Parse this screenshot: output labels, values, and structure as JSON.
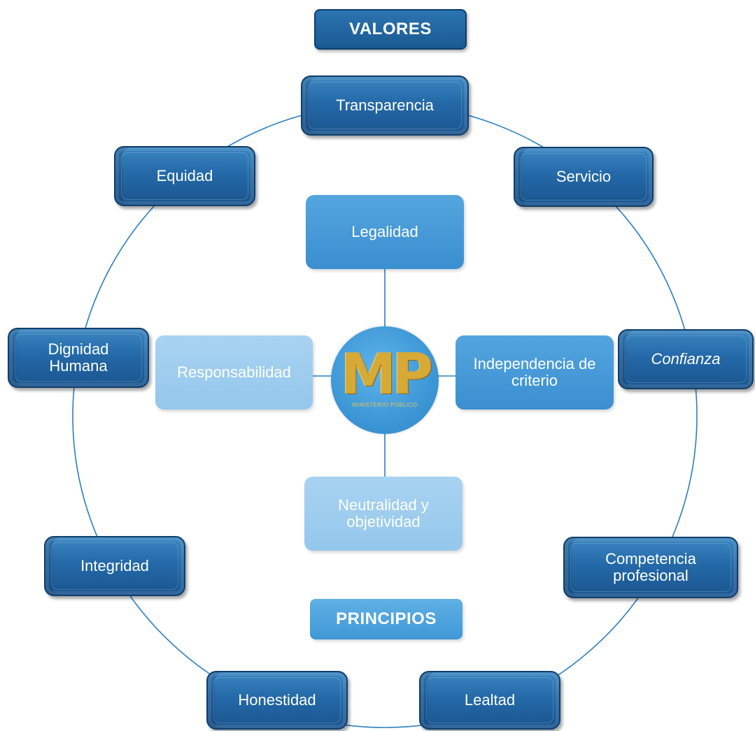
{
  "headings": {
    "valores": "VALORES",
    "principios": "PRINCIPIOS"
  },
  "logo": {
    "letters": "MP",
    "subtitle": "MINISTERIO PÚBLICO"
  },
  "valores": [
    {
      "label": "Transparencia"
    },
    {
      "label": "Servicio"
    },
    {
      "label": "Equidad"
    },
    {
      "label": "Dignidad\nHumana"
    },
    {
      "label": "Confianza"
    },
    {
      "label": "Integridad"
    },
    {
      "label": "Competencia\nprofesional"
    },
    {
      "label": "Honestidad"
    },
    {
      "label": "Lealtad"
    }
  ],
  "principios": [
    {
      "label": "Legalidad"
    },
    {
      "label": "Responsabilidad"
    },
    {
      "label": "Independencia de\ncriterio"
    },
    {
      "label": "Neutralidad y\nobjetividad"
    }
  ],
  "colors": {
    "valueBox": "#2469a8",
    "line": "#2b7fc0",
    "logoGold": "#d7a935"
  }
}
